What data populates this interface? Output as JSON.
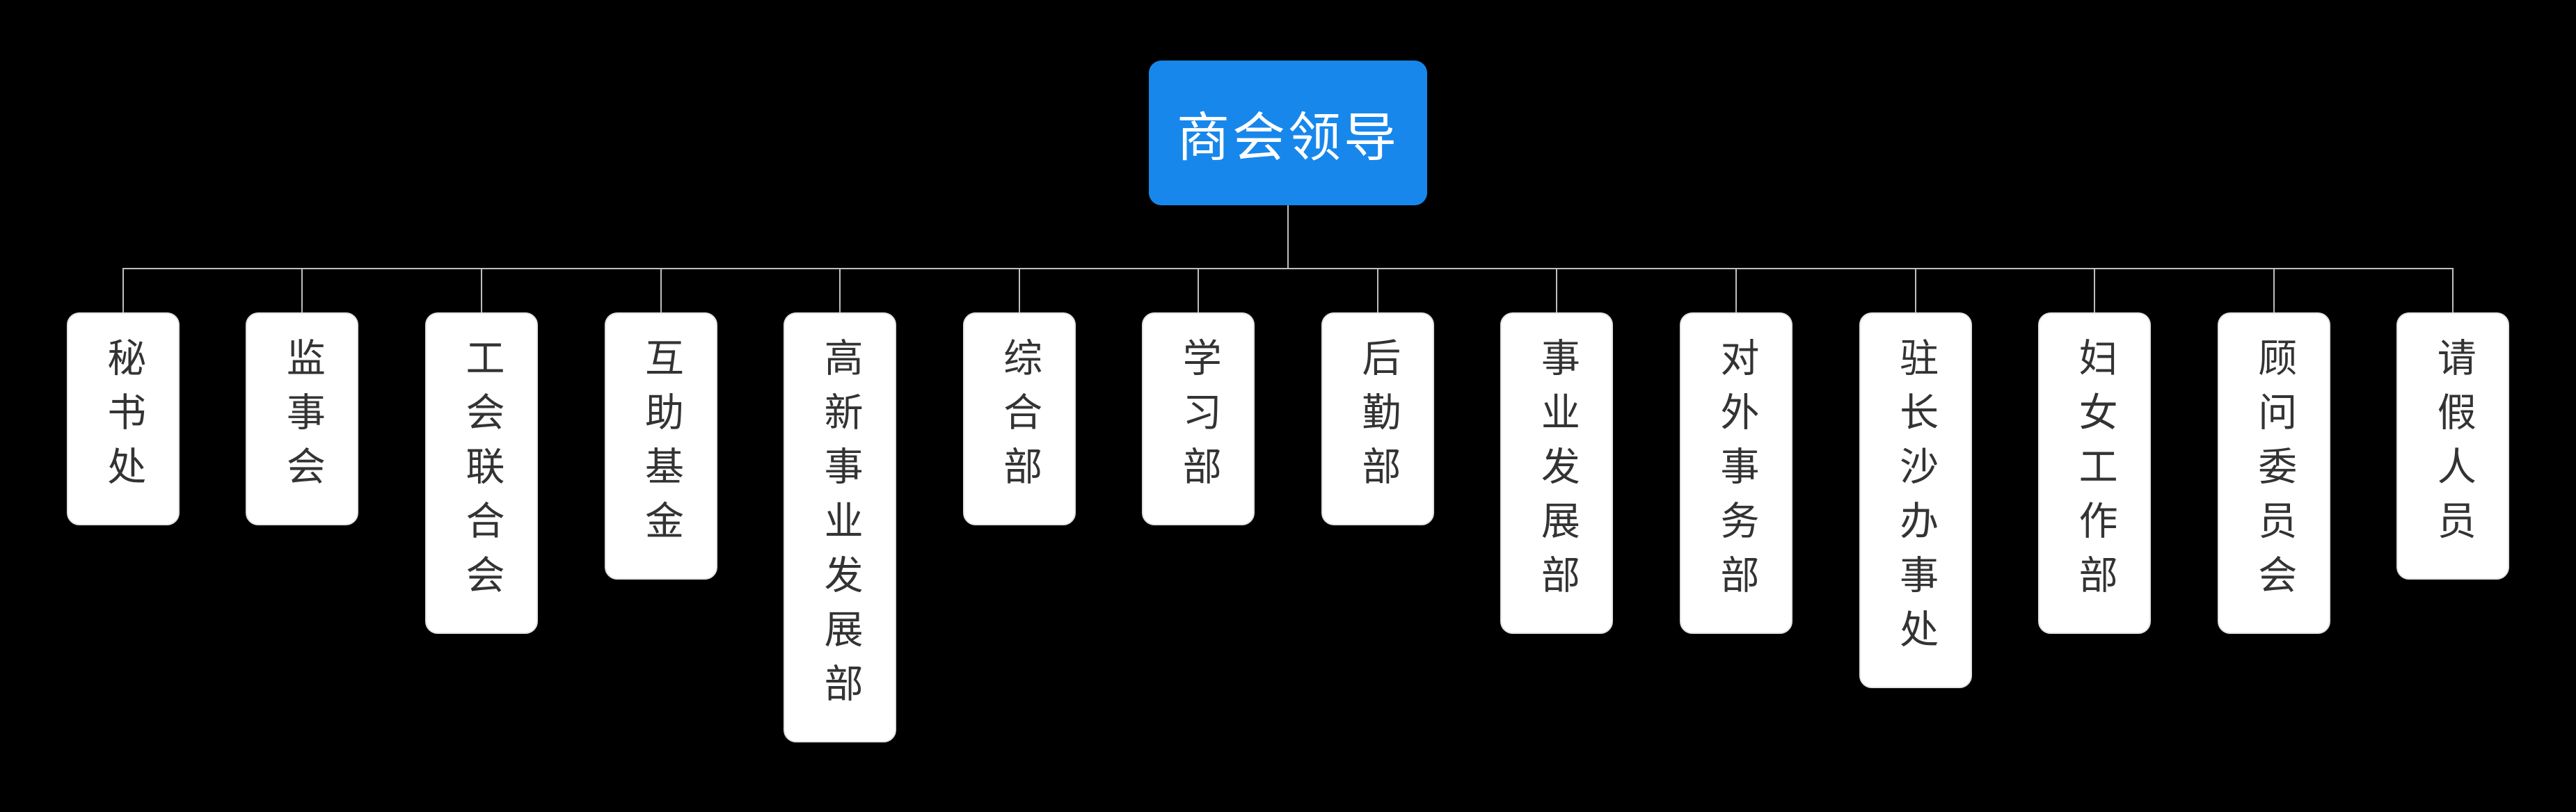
{
  "chart": {
    "type": "org-chart"
  },
  "root": {
    "label": "商会领导"
  },
  "children": [
    {
      "label": "秘书处"
    },
    {
      "label": "监事会"
    },
    {
      "label": "工会联合会"
    },
    {
      "label": "互助基金"
    },
    {
      "label": "高新事业发展部"
    },
    {
      "label": "综合部"
    },
    {
      "label": "学习部"
    },
    {
      "label": "后勤部"
    },
    {
      "label": "事业发展部"
    },
    {
      "label": "对外事务部"
    },
    {
      "label": "驻长沙办事处"
    },
    {
      "label": "妇女工作部"
    },
    {
      "label": "顾问委员会"
    },
    {
      "label": "请假人员"
    }
  ],
  "colors": {
    "background": "#000000",
    "root_bg": "#1787eb",
    "root_text": "#ffffff",
    "node_bg": "#ffffff",
    "node_border": "#e3e3e3",
    "node_text": "#333333",
    "line": "#bfbfbf"
  }
}
